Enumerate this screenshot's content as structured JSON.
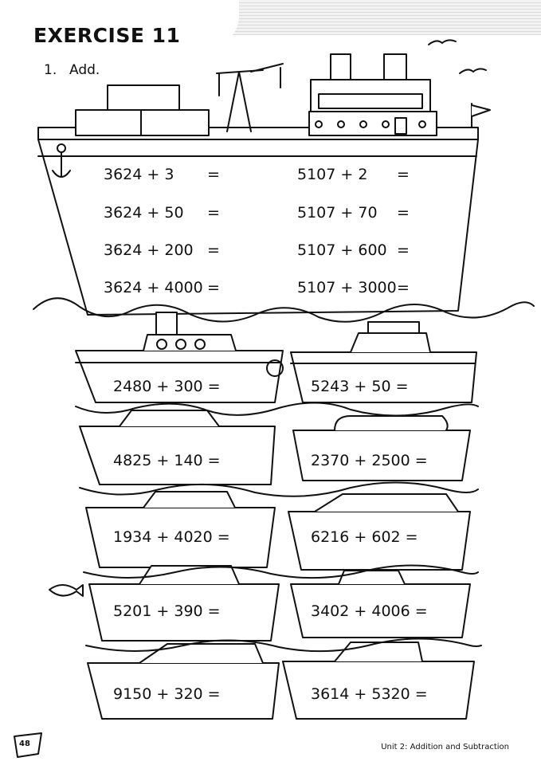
{
  "header": {
    "title": "EXERCISE 11"
  },
  "question": {
    "number": "1.",
    "instruction": "Add."
  },
  "big_ship": {
    "sums": [
      "3624 + 3",
      "3624 + 50",
      "3624 + 200",
      "3624 + 4000",
      "5107 + 2",
      "5107 + 70",
      "5107 + 600",
      "5107 + 3000"
    ],
    "equals": "="
  },
  "boats": [
    "2480 + 300 =",
    "5243 + 50 =",
    "4825 + 140 =",
    "2370 + 2500 =",
    "1934 + 4020 =",
    "6216 + 602 =",
    "5201 + 390 =",
    "3402 + 4006 =",
    "9150 + 320 =",
    "3614 + 5320 ="
  ],
  "footer": {
    "page_number": "48",
    "unit": "Unit 2: Addition and Subtraction"
  }
}
